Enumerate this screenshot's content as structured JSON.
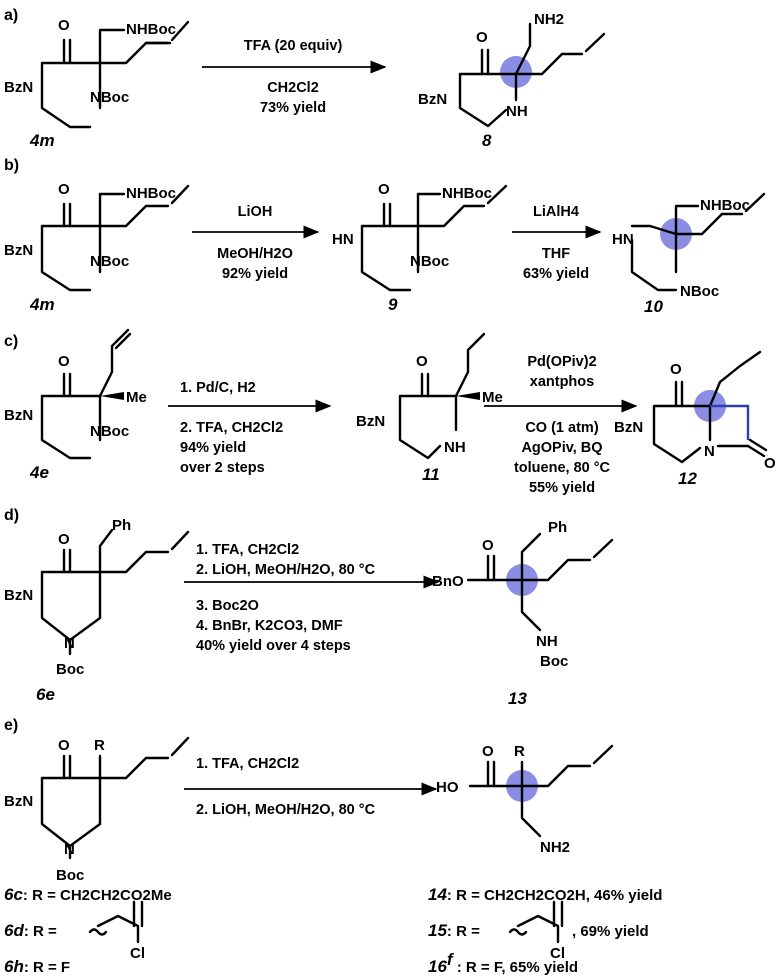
{
  "panels": {
    "a": {
      "label": "a)",
      "reactant": {
        "id": "4m",
        "atoms": [
          "O",
          "NHBoc",
          "BzN",
          "NBoc"
        ]
      },
      "conditions": {
        "line1": "TFA (20 equiv)",
        "line2": "CH2Cl2",
        "line3": "73% yield"
      },
      "product": {
        "id": "8",
        "atoms": [
          "O",
          "NH2",
          "BzN",
          "NH"
        ]
      }
    },
    "b": {
      "label": "b)",
      "reactant": {
        "id": "4m",
        "atoms": [
          "O",
          "NHBoc",
          "BzN",
          "NBoc"
        ]
      },
      "step1": {
        "line1": "LiOH",
        "line2": "MeOH/H2O",
        "line3": "92% yield"
      },
      "intermediate": {
        "id": "9",
        "atoms": [
          "O",
          "NHBoc",
          "HN",
          "NBoc"
        ]
      },
      "step2": {
        "line1": "LiAlH4",
        "line2": "THF",
        "line3": "63% yield"
      },
      "product": {
        "id": "10",
        "atoms": [
          "NHBoc",
          "HN",
          "NBoc"
        ]
      }
    },
    "c": {
      "label": "c)",
      "reactant": {
        "id": "4e",
        "atoms": [
          "O",
          "Me",
          "BzN",
          "NBoc"
        ]
      },
      "step1": {
        "line1": "1. Pd/C, H2",
        "line2": "2. TFA, CH2Cl2",
        "line3": "94% yield",
        "line4": "over 2 steps"
      },
      "intermediate": {
        "id": "11",
        "atoms": [
          "O",
          "Me",
          "BzN",
          "NH"
        ]
      },
      "step2": {
        "line1": "Pd(OPiv)2",
        "line2": "xantphos",
        "line3": "CO (1 atm)",
        "line4": "AgOPiv, BQ",
        "line5": "toluene, 80 °C",
        "line6": "55% yield"
      },
      "product": {
        "id": "12",
        "atoms": [
          "O",
          "BzN",
          "N",
          "O"
        ]
      }
    },
    "d": {
      "label": "d)",
      "reactant": {
        "id": "6e",
        "atoms": [
          "O",
          "Ph",
          "BzN",
          "N",
          "Boc"
        ]
      },
      "conditions": {
        "line1": "1. TFA, CH2Cl2",
        "line2": "2. LiOH, MeOH/H2O, 80 °C",
        "line3": "3. Boc2O",
        "line4": "4. BnBr, K2CO3, DMF",
        "line5": "40% yield over 4 steps"
      },
      "product": {
        "id": "13",
        "atoms": [
          "O",
          "Ph",
          "BnO",
          "NH",
          "Boc"
        ]
      }
    },
    "e": {
      "label": "e)",
      "reactant": {
        "atoms": [
          "O",
          "R",
          "BzN",
          "N",
          "Boc"
        ]
      },
      "conditions": {
        "line1": "1. TFA, CH2Cl2",
        "line2": "2. LiOH, MeOH/H2O, 80 °C"
      },
      "product": {
        "atoms": [
          "O",
          "R",
          "HO",
          "NH2"
        ]
      },
      "substrates": [
        {
          "id": "6c",
          "text": ": R = CH2CH2CO2Me"
        },
        {
          "id": "6d",
          "text": ": R =",
          "substituent_atom": "Cl"
        },
        {
          "id": "6h",
          "text": ": R = F"
        }
      ],
      "products": [
        {
          "id": "14",
          "text": ": R = CH2CH2CO2H, 46% yield"
        },
        {
          "id": "15",
          "text": ": R =",
          "substituent_atom": "Cl",
          "yield": ", 69% yield"
        },
        {
          "id": "16",
          "sup": "f",
          "text": " : R = F, 65% yield"
        }
      ]
    }
  },
  "colors": {
    "highlight": "#5b63d9",
    "new_bond": "#2c3fb0"
  }
}
